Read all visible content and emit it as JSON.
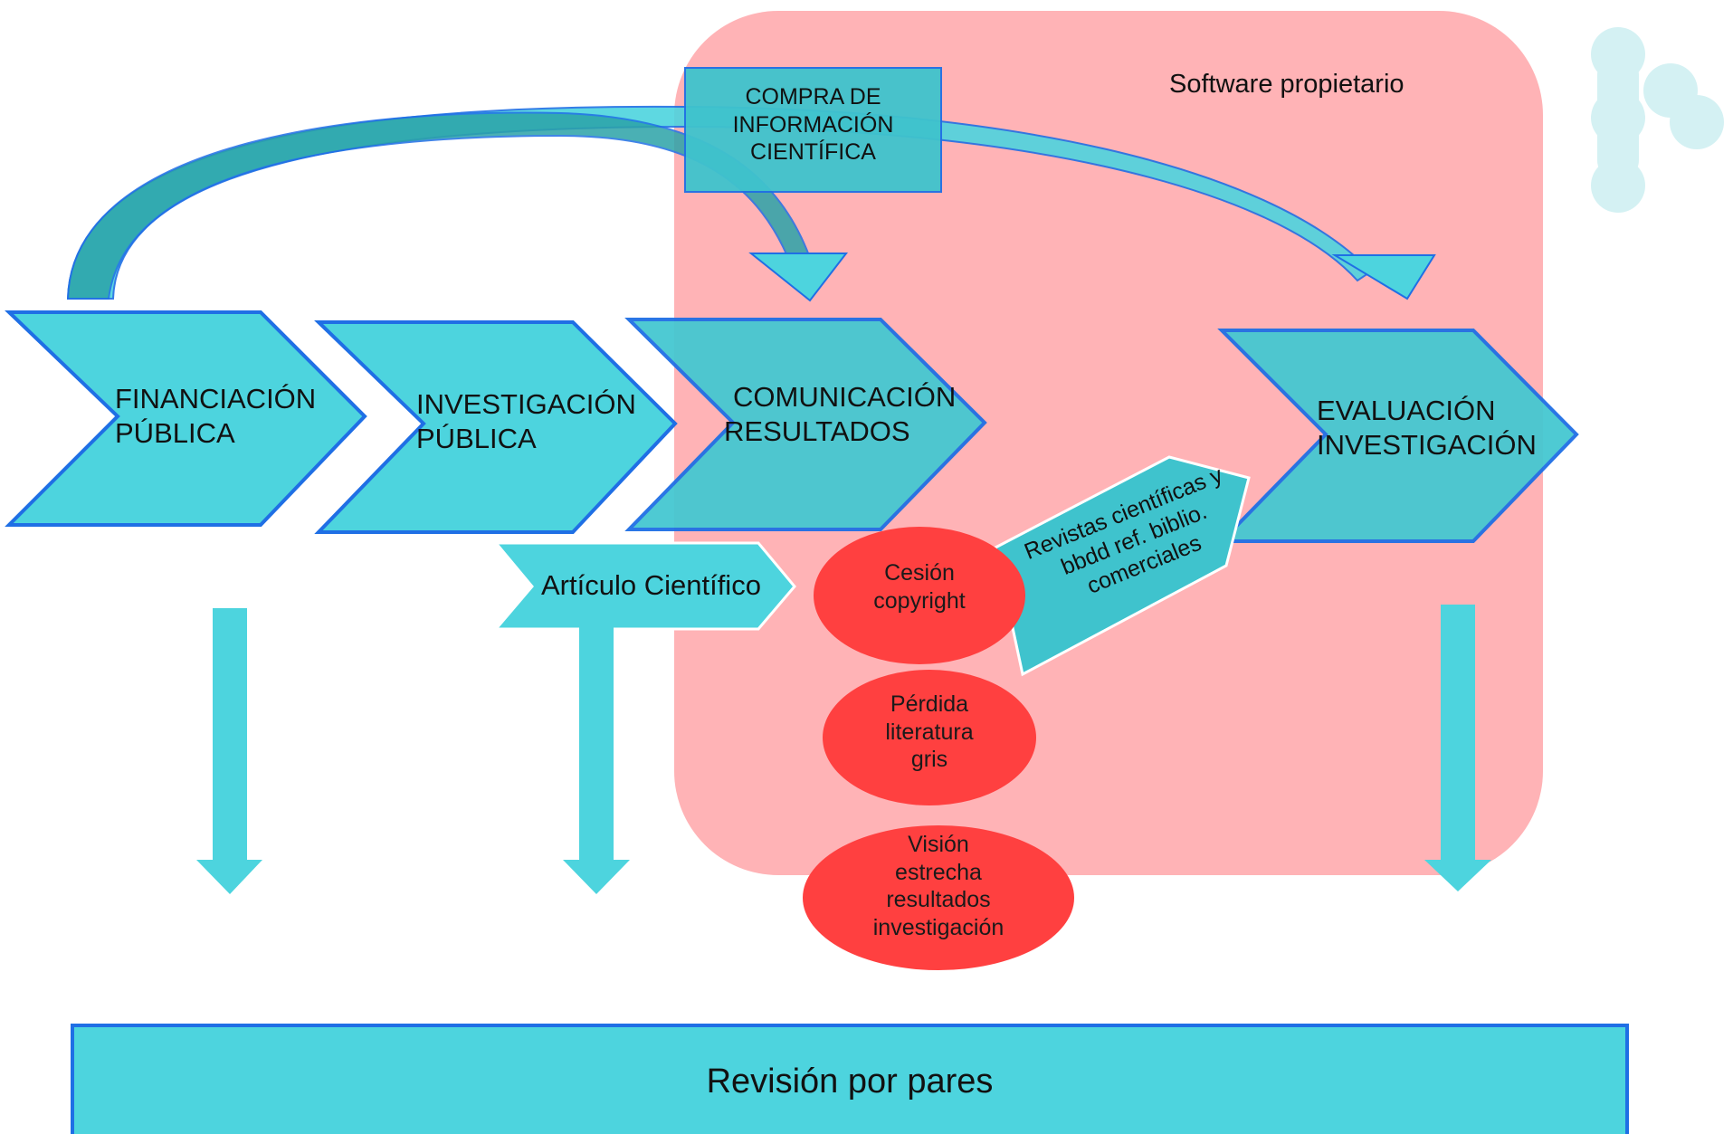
{
  "region": {
    "label": "Software propietario",
    "color": "#FFB3B6"
  },
  "top_box": {
    "lines": [
      "COMPRA DE",
      "INFORMACIÓN",
      "CIENTÍFICA"
    ]
  },
  "chevrons": [
    {
      "id": "financiacion",
      "lines": [
        "FINANCIACIÓN",
        "PÚBLICA"
      ]
    },
    {
      "id": "investigacion",
      "lines": [
        "INVESTIGACIÓN",
        "PÚBLICA"
      ]
    },
    {
      "id": "comunicacion",
      "lines": [
        "COMUNICACIÓN",
        "RESULTADOS"
      ]
    },
    {
      "id": "evaluacion",
      "lines": [
        "EVALUACIÓN",
        "INVESTIGACIÓN"
      ]
    }
  ],
  "articulo": {
    "label": "Artículo Científico"
  },
  "revistas": {
    "lines": [
      "Revistas científicas y",
      "bbdd ref. biblio.",
      "comerciales"
    ]
  },
  "ovals": [
    {
      "id": "cesion",
      "lines": [
        "Cesión",
        "copyright"
      ]
    },
    {
      "id": "perdida",
      "lines": [
        "Pérdida",
        "literatura",
        "gris"
      ]
    },
    {
      "id": "vision",
      "lines": [
        "Visión",
        "estrecha",
        "resultados",
        "investigación"
      ]
    }
  ],
  "bottom_bar": {
    "label": "Revisión por pares"
  },
  "colors": {
    "cyan": "#4DD4DE",
    "blue_stroke": "#1F6FE5",
    "red": "#FF4040",
    "pink": "#FFB3B6",
    "teal_dark": "#2BA3A8"
  }
}
